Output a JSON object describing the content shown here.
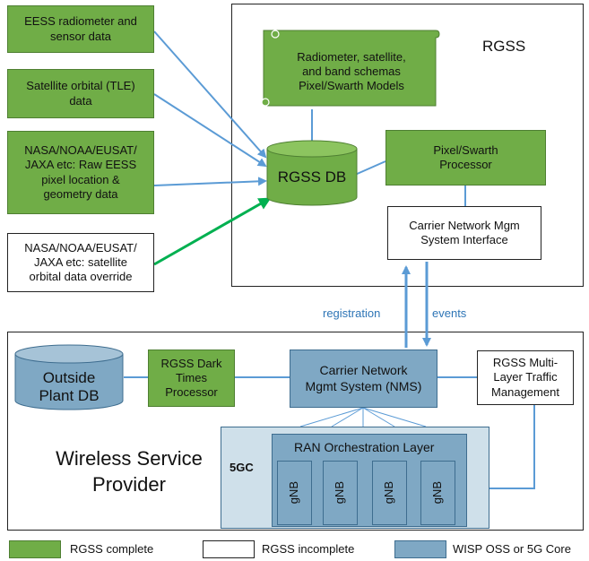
{
  "inputs": {
    "eess_radiometer": "EESS radiometer and\nsensor data",
    "satellite_orbital": "Satellite orbital (TLE)\ndata",
    "nasa_raw": "NASA/NOAA/EUSAT/\nJAXA etc:  Raw EESS\npixel location &\ngeometry data",
    "nasa_override": "NASA/NOAA/EUSAT/\nJAXA etc: satellite\norbital data override"
  },
  "rgss": {
    "title": "RGSS",
    "schema_scroll": "Radiometer, satellite,\nand band schemas\nPixel/Swarth Models",
    "db": "RGSS DB",
    "pixel_processor": "Pixel/Swarth\nProcessor",
    "carrier_interface": "Carrier Network Mgm\nSystem Interface"
  },
  "links": {
    "registration": "registration",
    "events": "events"
  },
  "wsp": {
    "title": "Wireless Service\nProvider",
    "outside_plant_db": "Outside\nPlant DB",
    "dark_times": "RGSS Dark\nTimes\nProcessor",
    "nms": "Carrier Network\nMgmt System (NMS)",
    "traffic_mgmt": "RGSS Multi-\nLayer Traffic\nManagement",
    "core_label": "5GC",
    "ran_layer": "RAN Orchestration Layer",
    "gnbs": [
      "gNB",
      "gNB",
      "gNB",
      "gNB"
    ]
  },
  "legend": [
    {
      "label": "RGSS complete",
      "color": "#70ad47"
    },
    {
      "label": "RGSS incomplete",
      "color": "#ffffff"
    },
    {
      "label": "WISP OSS or 5G Core",
      "color": "#7fa8c4"
    }
  ],
  "colors": {
    "green": "#70ad47",
    "blue": "#7fa8c4",
    "light_blue": "#cfe0ea",
    "arrow_blue": "#5b9bd5",
    "arrow_green": "#00b050"
  }
}
